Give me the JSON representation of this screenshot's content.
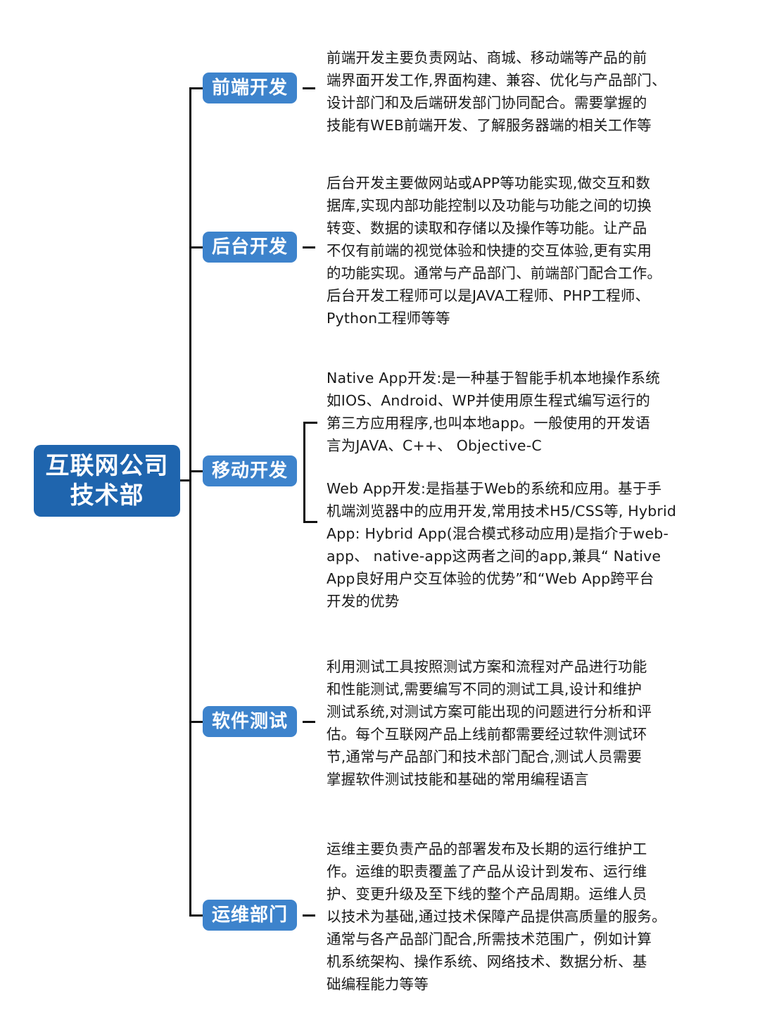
{
  "root": {
    "line1": "互联网公司",
    "line2": "技术部",
    "color": "#1f65ae"
  },
  "branch_color": "#3d83cc",
  "branches": [
    {
      "label": "前端开发",
      "description": "前端开发主要负责网站、商城、移动端等产品的前\n端界面开发工作,界面构建、兼容、优化与产品部门、\n设计部门和及后端研发部门协同配合。需要掌握的\n技能有WEB前端开发、了解服务器端的相关工作等"
    },
    {
      "label": "后台开发",
      "description": "后台开发主要做网站或APP等功能实现,做交互和数\n据库,实现内部功能控制以及功能与功能之间的切换\n转变、数据的读取和存储以及操作等功能。让产品\n不仅有前端的视觉体验和快捷的交互体验,更有实用\n的功能实现。通常与产品部门、前端部门配合工作。\n后台开发工程师可以是JAVA工程师、PHP工程师、\nPython工程师等等"
    },
    {
      "label": "移动开发",
      "sub_descriptions": [
        "Native App开发:是一种基于智能手机本地操作系统\n如IOS、Android、WP并使用原生程式编写运行的\n第三方应用程序,也叫本地app。一般使用的开发语\n言为JAVA、C++、 Objective-C",
        "Web App开发:是指基于Web的系统和应用。基于手\n机端浏览器中的应用开发,常用技术H5/CSS等, Hybrid\nApp: Hybrid App(混合模式移动应用)是指介于web-\napp、 native-app这两者之间的app,兼具“ Native\nApp良好用户交互体验的优势”和“Web App跨平台\n开发的优势"
      ]
    },
    {
      "label": "软件测试",
      "description": "利用测试工具按照测试方案和流程对产品进行功能\n和性能测试,需要编写不同的测试工具,设计和维护\n测试系统,对测试方案可能出现的问题进行分析和评\n估。每个互联网产品上线前都需要经过软件测试环\n节,通常与产品部门和技术部门配合,测试人员需要\n掌握软件测试技能和基础的常用编程语言"
    },
    {
      "label": "运维部门",
      "description": "运维主要负责产品的部署发布及长期的运行维护工\n作。运维的职责覆盖了产品从设计到发布、运行维\n护、变更升级及至下线的整个产品周期。运维人员\n以技术为基础,通过技术保障产品提供高质量的服务。\n通常与各产品部门配合,所需技术范围广，例如计算\n机系统架构、操作系统、网络技术、数据分析、基\n础编程能力等等"
    }
  ]
}
